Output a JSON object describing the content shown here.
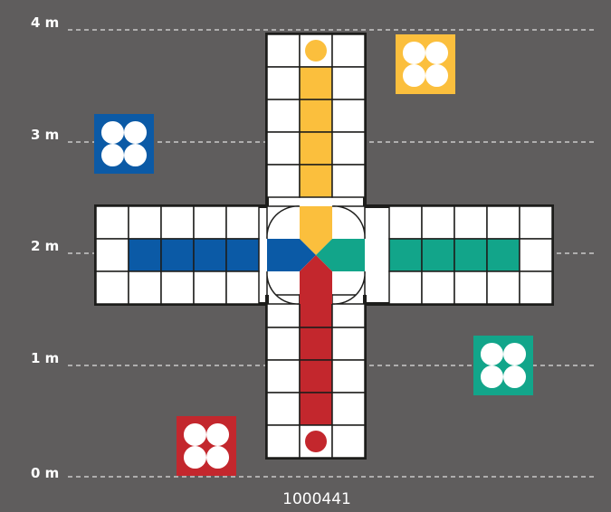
{
  "scale_labels": [
    "4 m",
    "3 m",
    "2 m",
    "1 m",
    "0 m"
  ],
  "product_code": "1000441",
  "colors": {
    "background": "#5f5d5d",
    "board_outline": "#1d1d1b",
    "square": "#ffffff",
    "dashed_line": "#ffffff",
    "yellow": "#fbbf3d",
    "blue": "#0b5aa6",
    "green": "#12a58a",
    "red": "#c3272d"
  },
  "players": [
    {
      "color": "yellow",
      "home_pips": 4
    },
    {
      "color": "blue",
      "home_pips": 4
    },
    {
      "color": "green",
      "home_pips": 4
    },
    {
      "color": "red",
      "home_pips": 4
    }
  ]
}
